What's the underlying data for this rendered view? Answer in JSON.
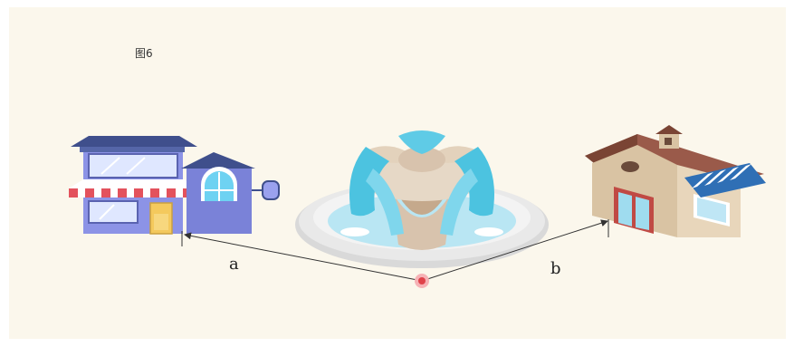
{
  "figure": {
    "caption": "图6"
  },
  "labels": {
    "a": "a",
    "b": "b"
  },
  "colors": {
    "background": "#fbf7ec",
    "shop_body": "#8c93e6",
    "shop_roof": "#4a5a9a",
    "awning_red": "#e3525d",
    "fountain_water": "#4cc3e0",
    "fountain_stone": "#d8c3ad",
    "house_wall": "#d9c3a3",
    "house_roof": "#9a5a4a",
    "house_awning_blue": "#2f6fb5",
    "point_marker": "#e0424a"
  },
  "icons": [
    "shop-icon",
    "fountain-icon",
    "house-icon",
    "point-marker-icon"
  ]
}
